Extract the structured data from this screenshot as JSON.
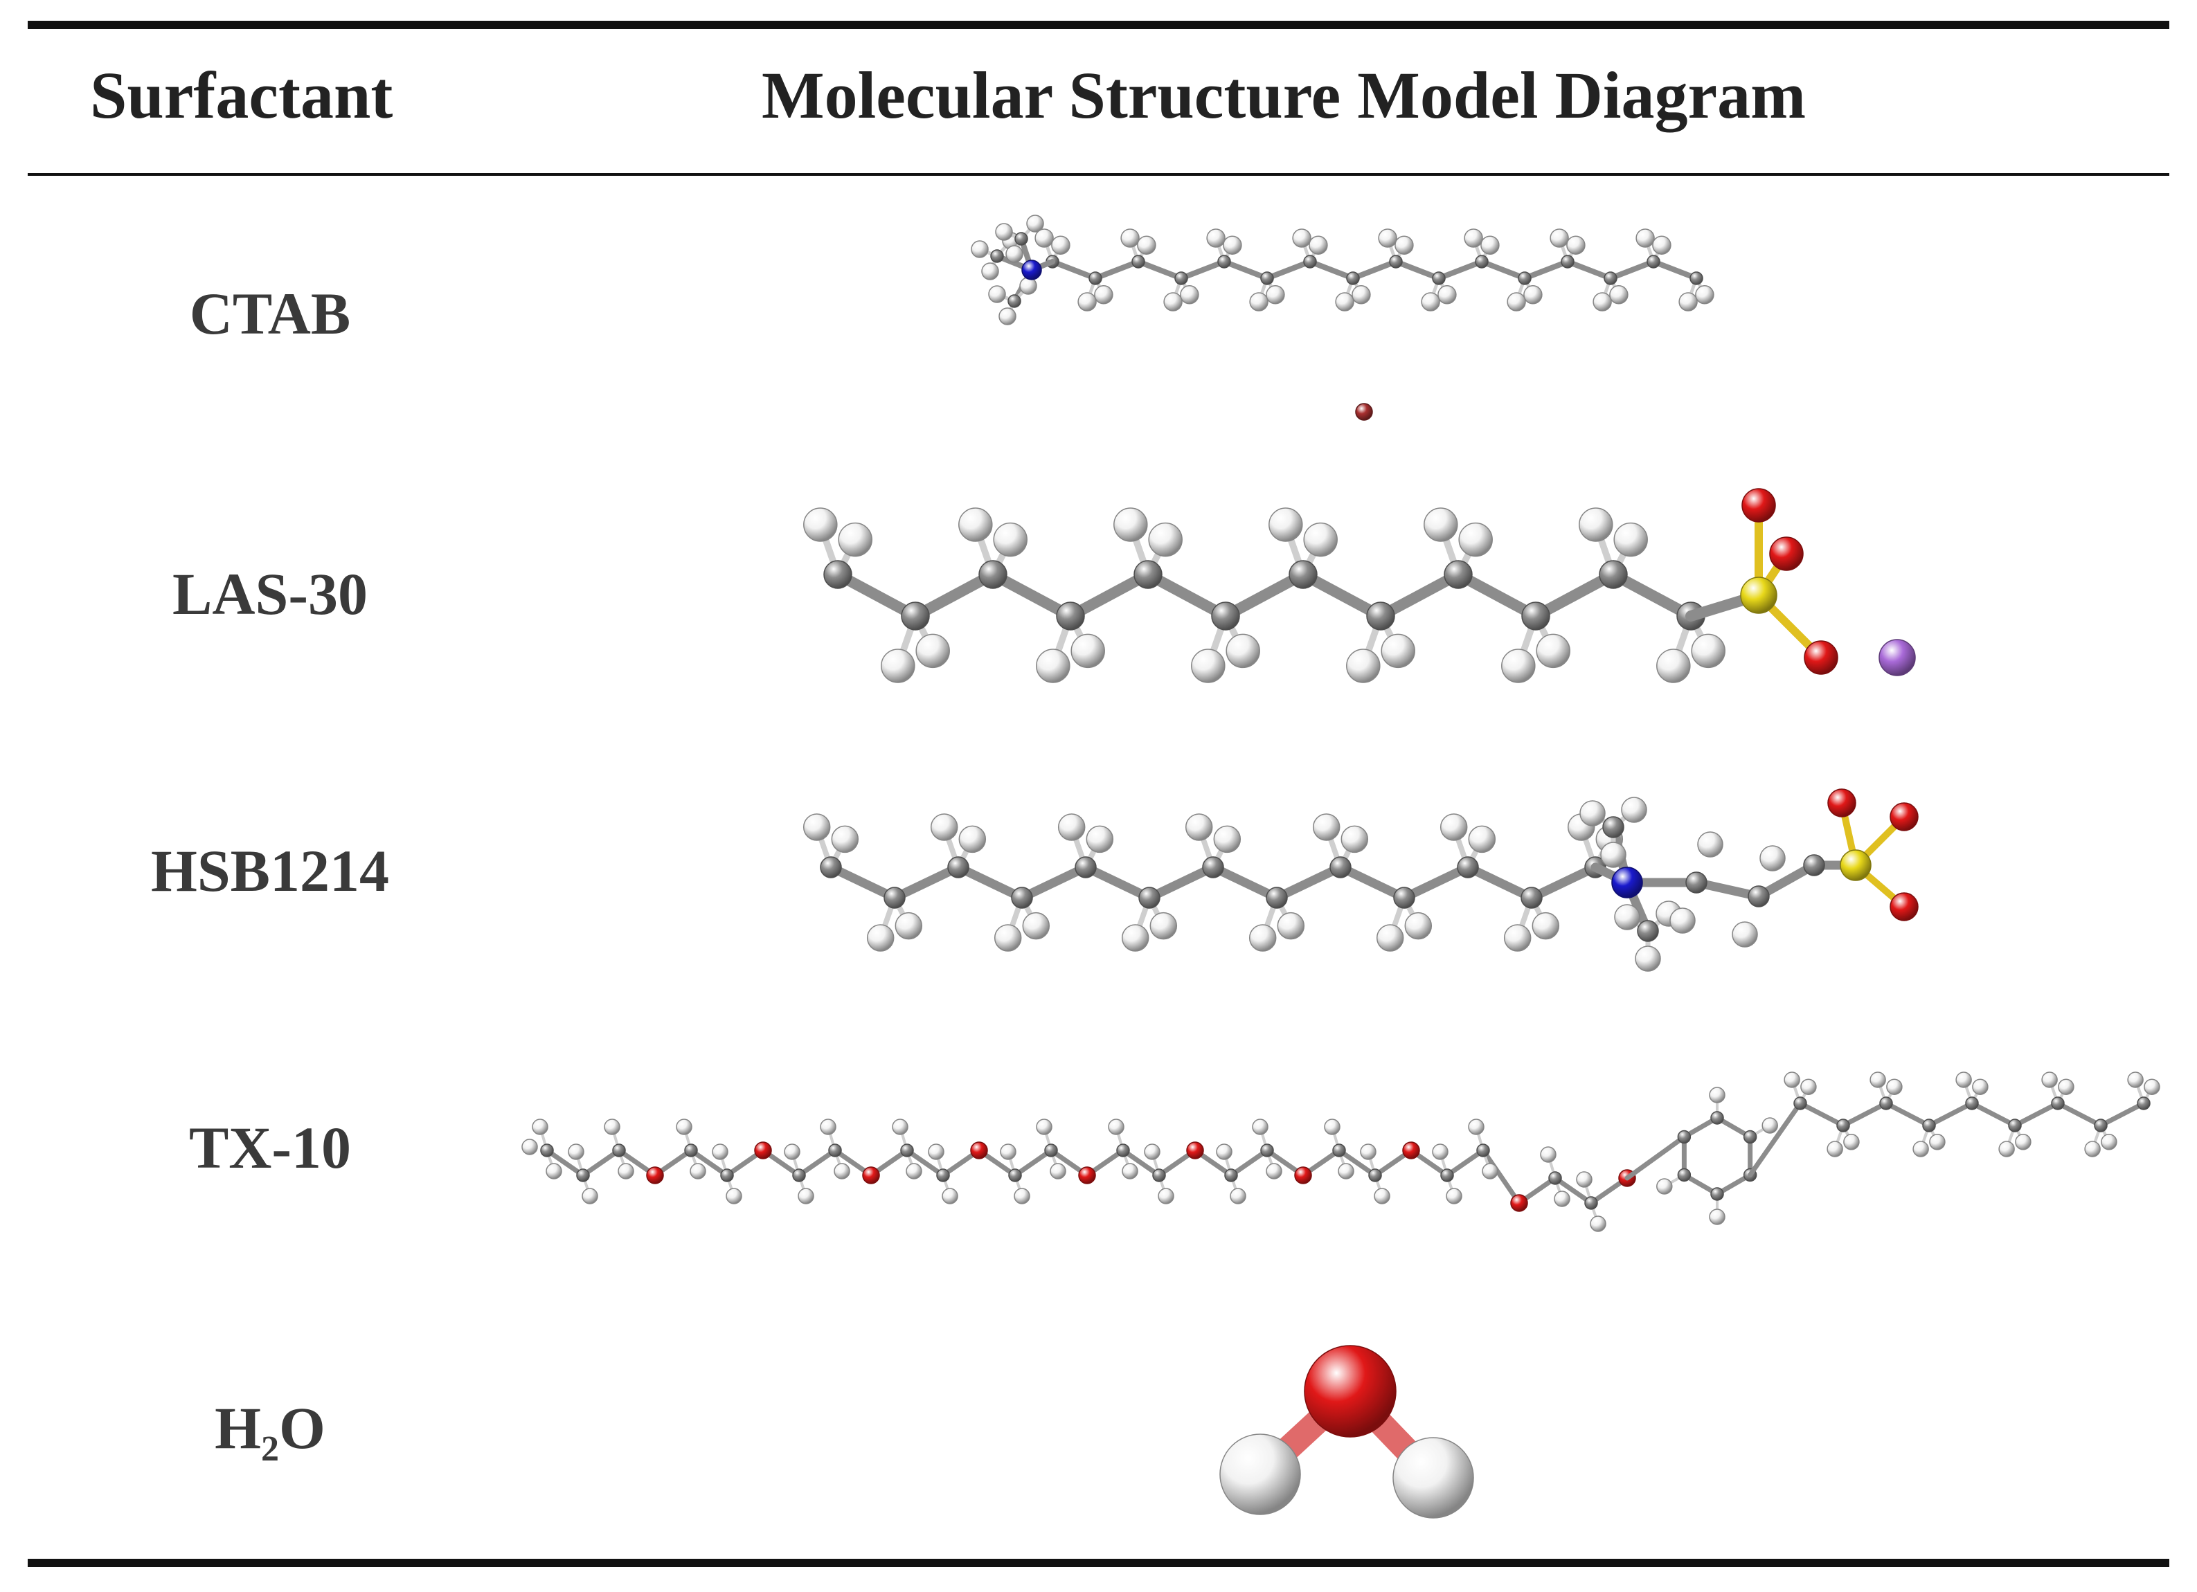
{
  "table": {
    "header": {
      "col1": "Surfactant",
      "col2": "Molecular Structure Model Diagram"
    },
    "rows": [
      {
        "name": "CTAB"
      },
      {
        "name": "LAS-30"
      },
      {
        "name": "HSB1214"
      },
      {
        "name": "TX-10"
      },
      {
        "name_main": "H",
        "name_sub": "2",
        "name_tail": "O"
      }
    ]
  },
  "colors": {
    "carbon": "#8c8c8c",
    "hydrogen": "#f2f2f2",
    "nitrogen": "#1a1acc",
    "oxygen": "#e01818",
    "sulfur": "#e8d81a",
    "sodium": "#a96ad8",
    "bromine": "#a83030"
  }
}
